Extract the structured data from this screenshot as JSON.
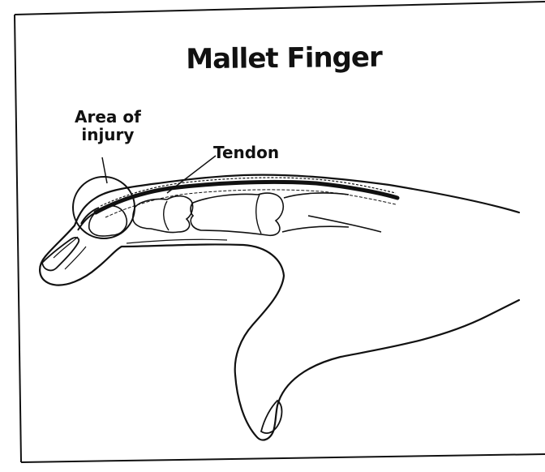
{
  "title": "Mallet Finger",
  "labels": {
    "area_of_injury_line1": "Area of",
    "area_of_injury_line2": "injury",
    "tendon": "Tendon"
  },
  "colors": {
    "ink": "#111111",
    "paper": "#ffffff"
  }
}
